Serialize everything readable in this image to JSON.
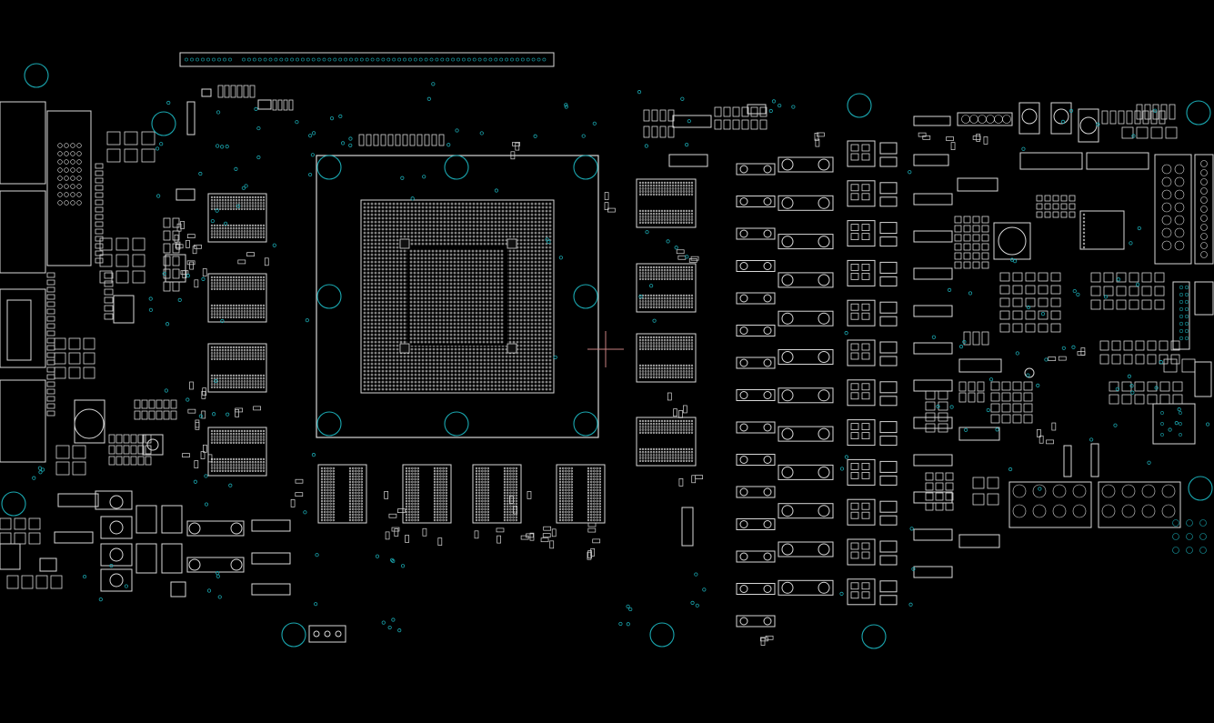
{
  "view": {
    "background": "#000000",
    "outline_color": "#d8d8d8",
    "via_color": "#1aa7b0",
    "cursor_color": "#c88080",
    "cursor_icon": "crosshair-icon"
  },
  "layers": {
    "outline": "component-outline",
    "vias": "mounting-holes-and-vias",
    "cursor": "crosshair-cursor"
  }
}
